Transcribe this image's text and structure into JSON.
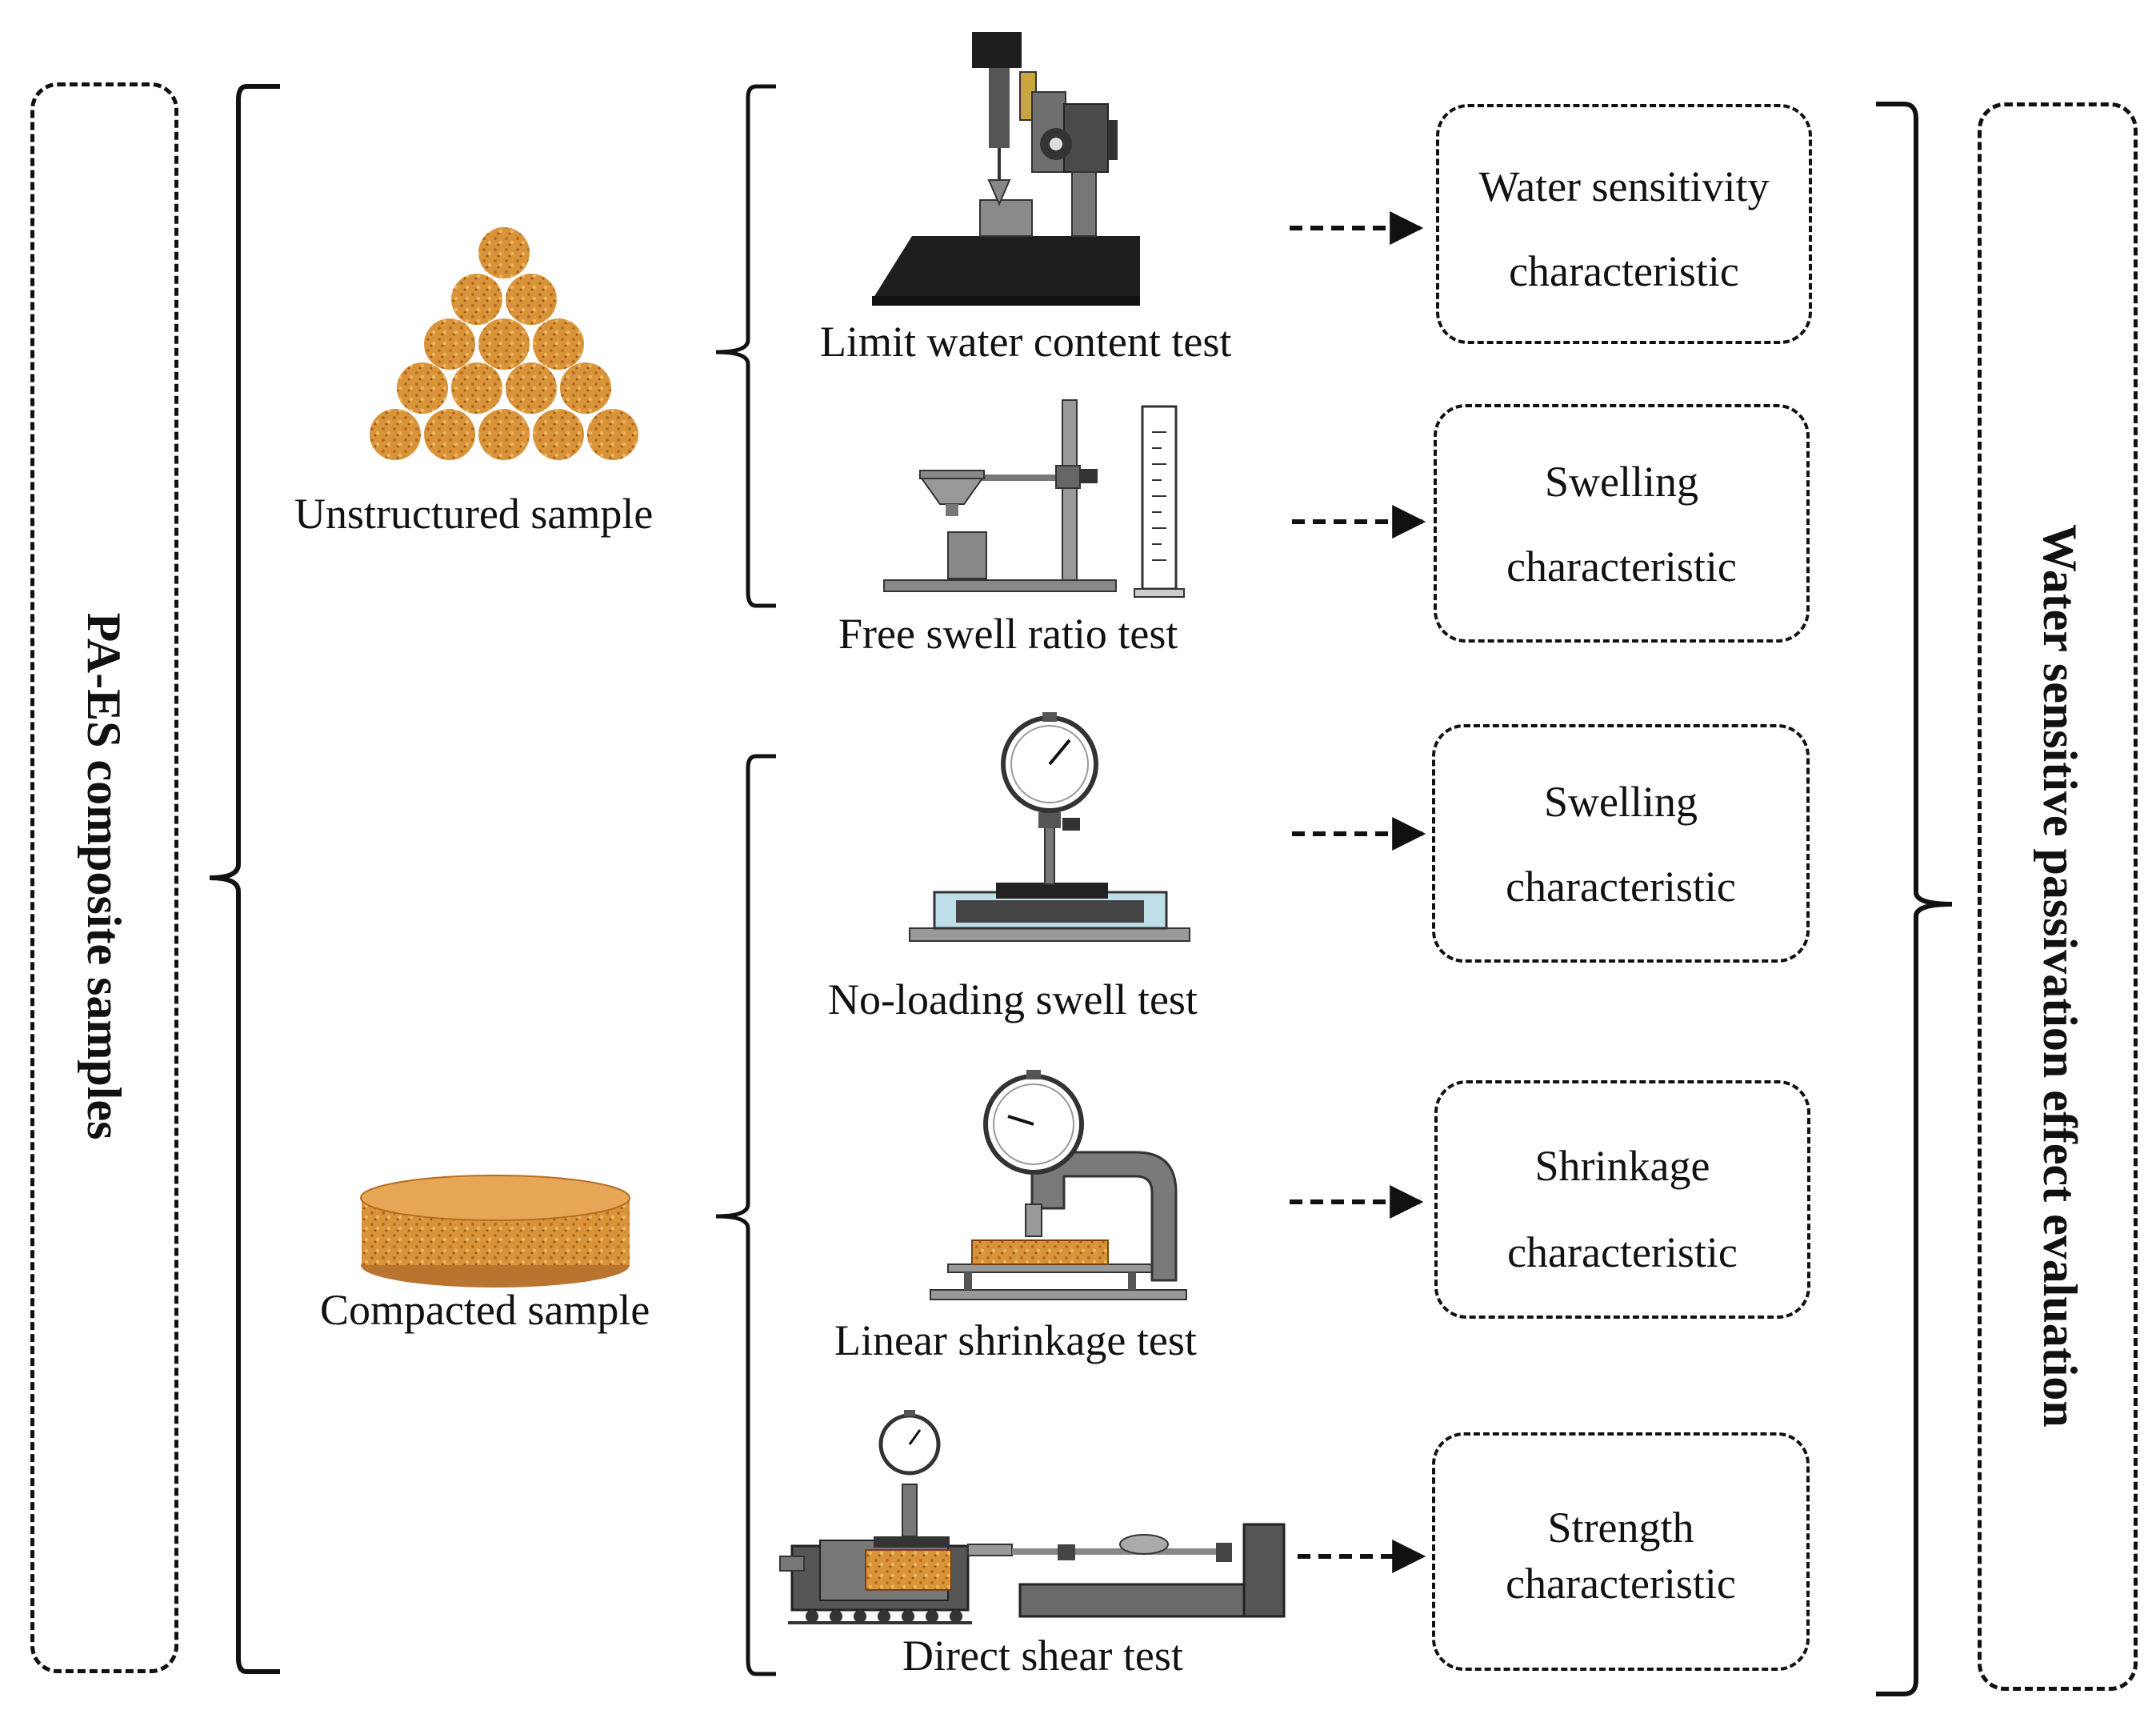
{
  "left_panel": {
    "title": "PA-ES composite samples"
  },
  "right_panel": {
    "title": "Water sensitive passivation effect evaluation"
  },
  "samples": {
    "unstructured": "Unstructured sample",
    "compacted": "Compacted sample"
  },
  "tests": [
    {
      "label": "Limit water content test",
      "icon": "fall-cone-apparatus-icon"
    },
    {
      "label": "Free swell  ratio test",
      "icon": "funnel-stand-cylinder-icon"
    },
    {
      "label": "No-loading swell test",
      "icon": "swell-dial-gauge-icon"
    },
    {
      "label": "Linear shrinkage test",
      "icon": "shrinkage-gauge-frame-icon"
    },
    {
      "label": "Direct shear test",
      "icon": "direct-shear-apparatus-icon"
    }
  ],
  "characteristics": [
    {
      "line1": "Water sensitivity",
      "line2": "characteristic"
    },
    {
      "line1": "Swelling",
      "line2": "characteristic"
    },
    {
      "line1": "Swelling",
      "line2": "characteristic"
    },
    {
      "line1": "Shrinkage",
      "line2": "characteristic"
    },
    {
      "line1": "Strength",
      "line2": "characteristic"
    }
  ],
  "colors": {
    "line": "#111111",
    "soil": "#d9943a",
    "soil_dark": "#a8621c",
    "metal": "#7a7a7a",
    "dark": "#2b2b2b"
  }
}
